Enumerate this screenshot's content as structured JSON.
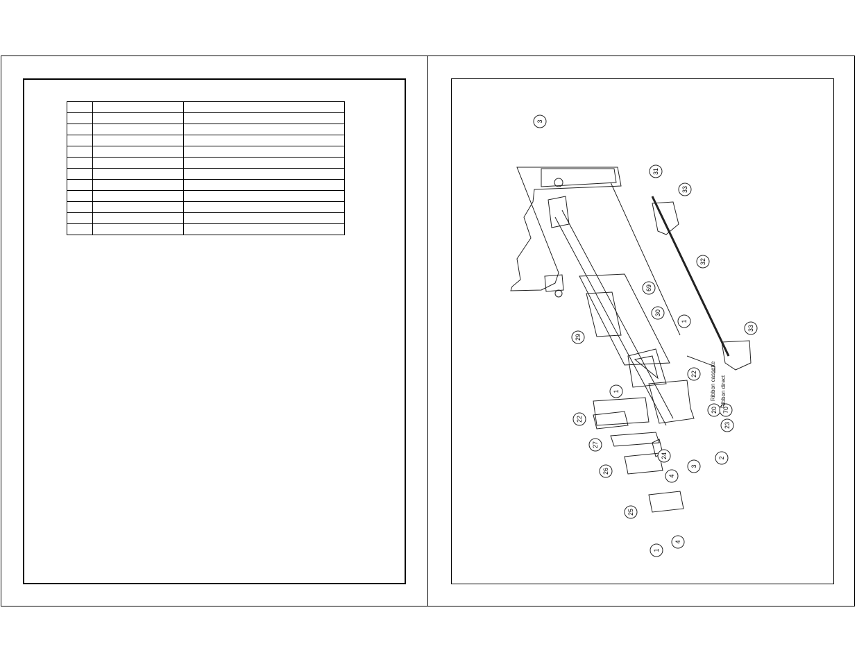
{
  "parts_table": {
    "rows": [
      [
        "",
        "",
        ""
      ],
      [
        "",
        "",
        ""
      ],
      [
        "",
        "",
        ""
      ],
      [
        "",
        "",
        ""
      ],
      [
        "",
        "",
        ""
      ],
      [
        "",
        "",
        ""
      ],
      [
        "",
        "",
        ""
      ],
      [
        "",
        "",
        ""
      ],
      [
        "",
        "",
        ""
      ],
      [
        "",
        "",
        ""
      ],
      [
        "",
        "",
        ""
      ],
      [
        "",
        "",
        ""
      ]
    ]
  },
  "diagram": {
    "callouts": [
      {
        "id": "c3a",
        "label": "3"
      },
      {
        "id": "c31",
        "label": "31"
      },
      {
        "id": "c33a",
        "label": "33"
      },
      {
        "id": "c32",
        "label": "32"
      },
      {
        "id": "c69",
        "label": "69"
      },
      {
        "id": "c30",
        "label": "30"
      },
      {
        "id": "c1a",
        "label": "1"
      },
      {
        "id": "c33b",
        "label": "33"
      },
      {
        "id": "c29",
        "label": "29"
      },
      {
        "id": "c22a",
        "label": "22"
      },
      {
        "id": "c1b",
        "label": "1"
      },
      {
        "id": "c20",
        "label": "20"
      },
      {
        "id": "c70",
        "label": "70"
      },
      {
        "id": "c23",
        "label": "23"
      },
      {
        "id": "c22b",
        "label": "22"
      },
      {
        "id": "c27",
        "label": "27"
      },
      {
        "id": "c24",
        "label": "24"
      },
      {
        "id": "c3b",
        "label": "3"
      },
      {
        "id": "c2",
        "label": "2"
      },
      {
        "id": "c26",
        "label": "26"
      },
      {
        "id": "c4a",
        "label": "4"
      },
      {
        "id": "c25",
        "label": "25"
      },
      {
        "id": "c1c",
        "label": "1"
      },
      {
        "id": "c4b",
        "label": "4"
      }
    ],
    "notes": {
      "ribbon_cassette": "Ribbon cassette",
      "ribbon_direct": "Ribbon direct"
    }
  }
}
